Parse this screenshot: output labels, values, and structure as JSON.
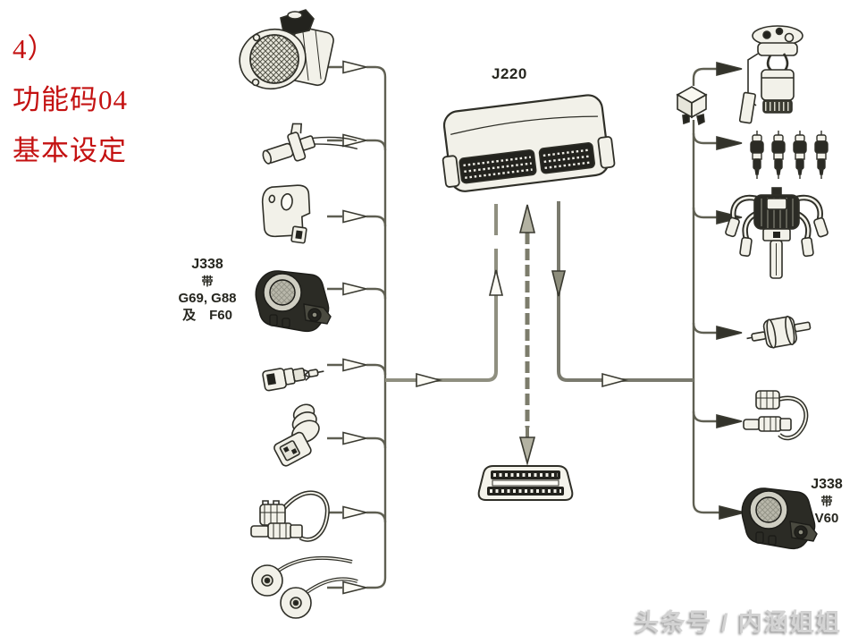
{
  "slide": {
    "annotation": {
      "lines": [
        "4）",
        "功能码04",
        "基本设定"
      ],
      "color": "#c41111"
    },
    "labels": {
      "ecu": "J220",
      "left_throttle": {
        "lines": [
          "J338",
          "带",
          "G69, G88",
          "及　F60"
        ]
      },
      "right_throttle": {
        "lines": [
          "J338",
          "带",
          "V60"
        ]
      }
    },
    "watermark": "头条号 / 内涵姐姐",
    "colors": {
      "annotation_red": "#c41111",
      "ink": "#2f2f28",
      "wire": "#5f5f52",
      "watermark_gray": "#d3d3d3",
      "paper": "#ffffff"
    },
    "components": {
      "center": [
        "ecu-j220",
        "diagnostic-connector"
      ],
      "left": [
        "air-flow-meter",
        "engine-speed-sensor",
        "hall-sender",
        "throttle-body-j338",
        "intake-air-temp-sensor",
        "coolant-temp-sensor",
        "oxygen-sensor",
        "knock-sensors"
      ],
      "right": [
        "relay",
        "fuel-pump",
        "fuel-injectors",
        "ignition-distributor",
        "purge-valve",
        "oxygen-sensor-heated",
        "throttle-body-v60"
      ]
    }
  }
}
